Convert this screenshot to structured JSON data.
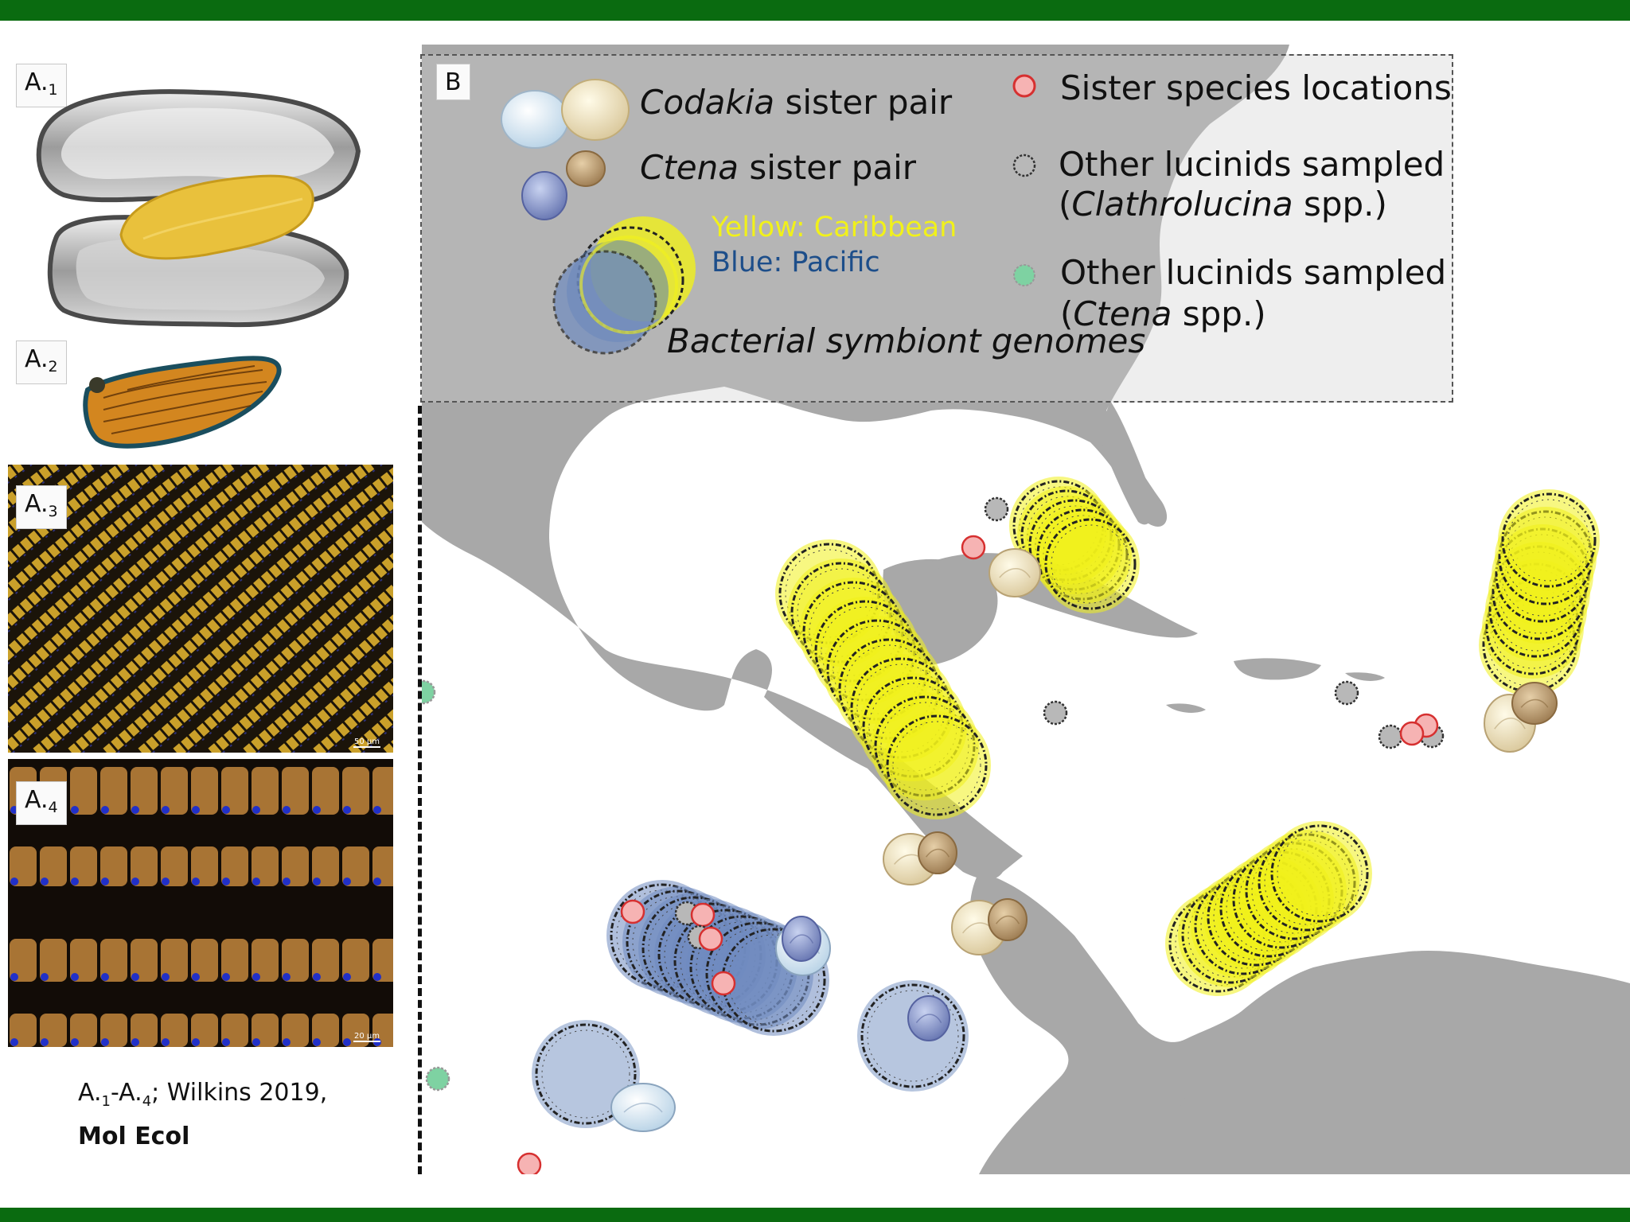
{
  "panels": {
    "a1_label": "A.",
    "a1_sub": "1",
    "a2_label": "A.",
    "a2_sub": "2",
    "a3_label": "A.",
    "a3_sub": "3",
    "a4_label": "A.",
    "a4_sub": "4",
    "a3_scale": "50 µm",
    "a4_scale": "20 µm"
  },
  "citation": {
    "start": "A.",
    "start_sub": "1",
    "mid": "-A.",
    "end_sub": "4",
    "rest": "; Wilkins 2019,",
    "journal": "Mol Ecol"
  },
  "legend": {
    "b_label": "B",
    "codakia_italic": "Codakia",
    "codakia_rest": " sister pair",
    "ctena_italic": "Ctena",
    "ctena_rest": " sister pair",
    "yellow_text": "Yellow: Caribbean",
    "blue_text": "Blue: Pacific",
    "genomes_text": "Bacterial symbiont genomes",
    "sister_locations": "Sister species locations",
    "other_clath_line1": "Other lucinids sampled",
    "other_clath_open": "(",
    "other_clath_italic": "Clathrolucina",
    "other_clath_close": " spp.)",
    "other_ctena_line1": "Other lucinids sampled",
    "other_ctena_open": "(",
    "other_ctena_italic": "Ctena",
    "other_ctena_close": " spp.)"
  },
  "colors": {
    "frame_green": "#0a6b10",
    "caribbean_yellow": "#f1f11a",
    "pacific_blue": "#1d4e8a",
    "sister_red": "#e8474e",
    "other_gray": "#8c8c8c",
    "other_green": "#7ed2a2",
    "land_gray": "#a8a8a8",
    "symbiont_orange": "#e9b830"
  }
}
